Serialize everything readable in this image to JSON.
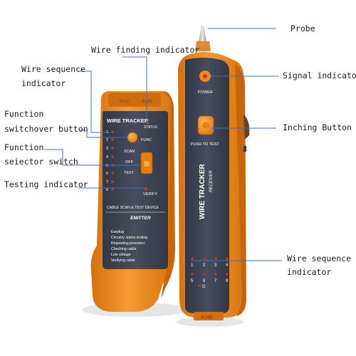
{
  "callouts": {
    "probe": "Probe",
    "wire_finding_indicator": "Wire finding indicator",
    "wire_sequence_left_line1": "Wire sequence",
    "wire_sequence_left_line2": "indicator",
    "signal_indicator": "Signal indicator",
    "function_switchover_line1": "Function",
    "function_switchover_line2": "switchover button",
    "inching_button": "Inching Button",
    "function_selector_line1": "Function",
    "function_selector_line2": "seiector switch",
    "testing_indicator": "Testing indicator",
    "wire_sequence_right_line1": "Wire sequence",
    "wire_sequence_right_line2": "indicator"
  },
  "emitter": {
    "brand": "WIRE TRACKER",
    "status": "STATUS",
    "func": "FUNC",
    "scan": "SCAN",
    "off": "OFF",
    "test": "TEST",
    "verify": "VERIFY",
    "tagline": "CABLE SCAN & TEST DEVICE",
    "name": "EMITTER",
    "features": [
      "Earplug",
      "Circuitry status testing",
      "Regulating precision",
      "Checking cable",
      "Low voltage",
      "Verifying cable"
    ],
    "port_labels": [
      "RJ11",
      "RJ45"
    ],
    "leds": [
      "1",
      "2",
      "3",
      "4",
      "5",
      "6",
      "7",
      "8"
    ]
  },
  "receiver": {
    "power": "POWER",
    "push_to_test": "PUSH TO TEST",
    "brand": "WIRE TRACKER",
    "sub": "RECEIVER",
    "leds": [
      "1",
      "2",
      "3",
      "4",
      "5",
      "6",
      "7",
      "8",
      "G"
    ],
    "port": "RJ45"
  },
  "colors": {
    "body_orange": "#ee8a1e",
    "panel_dark": "#3c4252",
    "callout_line": "#3a6fd0",
    "led_red": "#c0392b"
  }
}
